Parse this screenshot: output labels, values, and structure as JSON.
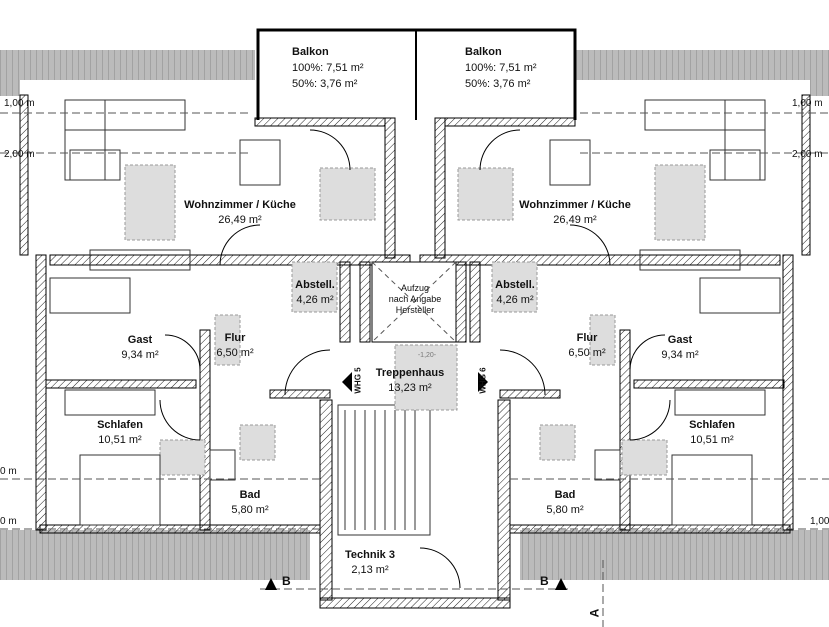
{
  "balconies": [
    {
      "name": "Balkon",
      "full": "100%: 7,51 m²",
      "half": "50%:   3,76 m²"
    },
    {
      "name": "Balkon",
      "full": "100%: 7,51 m²",
      "half": "50%:   3,76 m²"
    }
  ],
  "rooms": {
    "wohn_l": {
      "name": "Wohnzimmer / Küche",
      "area": "26,49 m²"
    },
    "wohn_r": {
      "name": "Wohnzimmer / Küche",
      "area": "26,49 m²"
    },
    "abst_l": {
      "name": "Abstell.",
      "area": "4,26 m²"
    },
    "abst_r": {
      "name": "Abstell.",
      "area": "4,26 m²"
    },
    "gast_l": {
      "name": "Gast",
      "area": "9,34 m²"
    },
    "gast_r": {
      "name": "Gast",
      "area": "9,34 m²"
    },
    "flur_l": {
      "name": "Flur",
      "area": "6,50 m²"
    },
    "flur_r": {
      "name": "Flur",
      "area": "6,50 m²"
    },
    "treppe": {
      "name": "Treppenhaus",
      "area": "13,23 m²"
    },
    "schl_l": {
      "name": "Schlafen",
      "area": "10,51 m²"
    },
    "schl_r": {
      "name": "Schlafen",
      "area": "10,51 m²"
    },
    "bad_l": {
      "name": "Bad",
      "area": "5,80 m²"
    },
    "bad_r": {
      "name": "Bad",
      "area": "5,80 m²"
    },
    "technik": {
      "name": "Technik 3",
      "area": "2,13 m²"
    }
  },
  "elevator": {
    "l1": "Aufzug",
    "l2": "nach Angabe",
    "l3": "Hersteller"
  },
  "units": {
    "left": "WHG 5",
    "right": "WHG 6"
  },
  "levels": {
    "l1": "1,00 m",
    "l2": "2,00 m",
    "r1": "1,00 m",
    "r2": "2,00 m",
    "lb1": "0 m",
    "lb2": "0 m",
    "rb": "1,00"
  },
  "sections": {
    "b1": "B",
    "b2": "B",
    "a": "A"
  },
  "zone_label": "-1,20-"
}
